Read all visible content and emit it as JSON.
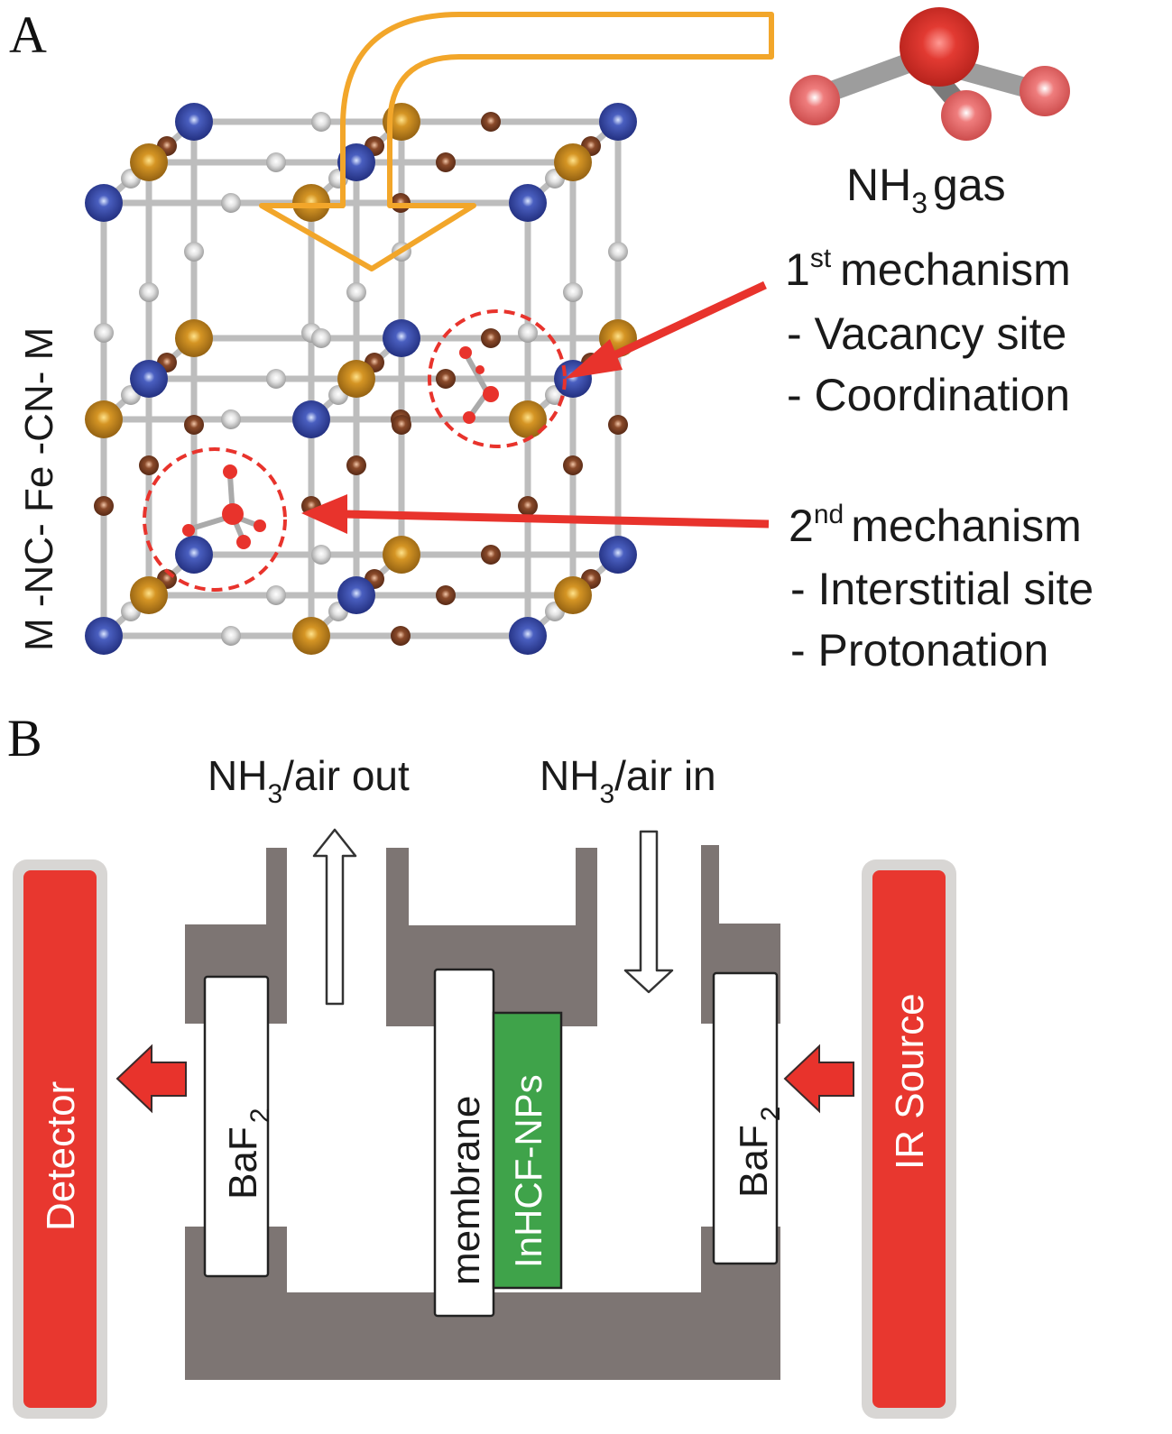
{
  "panels": {
    "a": {
      "letter": "A",
      "chain_label": "M -NC- Fe -CN- M",
      "molecule_label_main": "NH",
      "molecule_label_sub": "3",
      "molecule_label_tail": "gas",
      "mechanism_1": {
        "number": "1",
        "ordinal_suffix": "st",
        "title": "mechanism",
        "lines": [
          "- Vacancy site",
          "- Coordination"
        ]
      },
      "mechanism_2": {
        "number": "2",
        "ordinal_suffix": "nd",
        "title": "mechanism",
        "lines": [
          "- Interstitial site",
          "- Protonation"
        ]
      }
    },
    "b": {
      "letter": "B",
      "outlet_label": {
        "main": "NH",
        "sub": "3",
        "tail": "/air out"
      },
      "inlet_label": {
        "main": "NH",
        "sub": "3",
        "tail": "/air in"
      },
      "detector_label": "Detector",
      "source_label": "IR Source",
      "window_left": {
        "main": "BaF",
        "sub": "2"
      },
      "window_right": {
        "main": "BaF",
        "sub": "2"
      },
      "membrane_label": "membrane",
      "nanoparticle_label": "InHCF-NPs"
    }
  },
  "colors": {
    "metal_m": "#2e3f9a",
    "iron": "#c8861e",
    "carbon": "#c9c9c9",
    "nitrogen": "#7a3f22",
    "bond": "#bdbdbd",
    "gas_flow_arrow": "#f2a62a",
    "ammonia_n": "#e23a32",
    "ammonia_h": "#e96b6b",
    "pointer_red": "#e8332c",
    "cell_gray": "#7d7573",
    "device_red": "#e8372f",
    "device_border": "#d8d6d4",
    "np_green": "#3fa34a"
  }
}
